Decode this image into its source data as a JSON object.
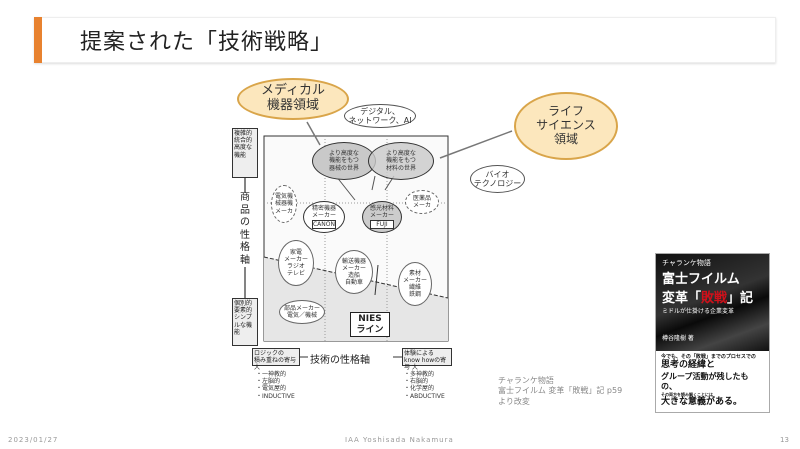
{
  "slide": {
    "title": "提案された「技術戦略」",
    "date": "2023/01/27",
    "author": "IAA Yoshisada Nakamura",
    "page": "13"
  },
  "callouts": {
    "medical": [
      "メディカル",
      "機器領域"
    ],
    "life_science": [
      "ライフ",
      "サイエンス",
      "領域"
    ],
    "digital": [
      "デジタル、",
      "ネットワーク、AI"
    ],
    "bio": [
      "バイオ",
      "テクノロジー"
    ]
  },
  "diagram": {
    "circle_left": [
      "より高度な",
      "機能をもつ",
      "器械の世界"
    ],
    "circle_right": [
      "より高度な",
      "機能をもつ",
      "材料の世界"
    ],
    "nodes": {
      "n1": [
        "電気機",
        "械器機",
        "メーカ"
      ],
      "n2": [
        "精密機器",
        "メーカー",
        "CANON"
      ],
      "n3": [
        "感光材料",
        "メーカー",
        "FUJI"
      ],
      "n4": [
        "医薬品",
        "メーカ"
      ],
      "n5": [
        "家電",
        "メーカー",
        "ラジオ",
        "テレビ"
      ],
      "n6": [
        "輸送機器",
        "メーカー",
        "造船",
        "自動車"
      ],
      "n7": [
        "素材",
        "メーカー",
        "繊維",
        "鉄鋼"
      ],
      "n8": [
        "部品メーカー",
        "電気／機械"
      ]
    },
    "nies": [
      "NIES",
      "ライン"
    ],
    "y_axis": "商品の性格軸",
    "y_top": [
      "複雑的",
      "統合的",
      "高度な機能"
    ],
    "y_bottom": [
      "個別的",
      "要素的",
      "シンプルな機能"
    ],
    "x_axis": "技術の性格軸",
    "x_left": [
      "ロジックの",
      "積み重ねの寄与 大"
    ],
    "x_right": [
      "体験による",
      "know howの寄与 大"
    ],
    "x_left_list": [
      "・一神教的",
      "・左脳的",
      "・電気屋的",
      "・INDUCTIVE"
    ],
    "x_right_list": [
      "・多神教的",
      "・右脳的",
      "・化学屋的",
      "・ABDUCTIVE"
    ]
  },
  "caption": [
    "チャランケ物語",
    "富士フイルム 変革「敗戦」記 p59",
    "より改変"
  ],
  "book": {
    "series": "チャランケ物語",
    "title1": "富士フイルム",
    "title2a": "変革「",
    "title2b": "敗戦",
    "title2c": "」記",
    "subtitle": "ミドルが仕掛ける企業変革",
    "author": "樽谷隆樹 著",
    "blurb1": "今でも、その「敗戦」までのプロセスでの",
    "blurb2": "思考の経緯と",
    "blurb3": "グループ活動が残したもの、",
    "blurb4": "その両方を読み解くことには",
    "blurb5": "大きな意義がある。"
  },
  "colors": {
    "accent": "#e8822f",
    "callout_fill": "#fce7bd",
    "callout_border": "#d9a54a"
  }
}
